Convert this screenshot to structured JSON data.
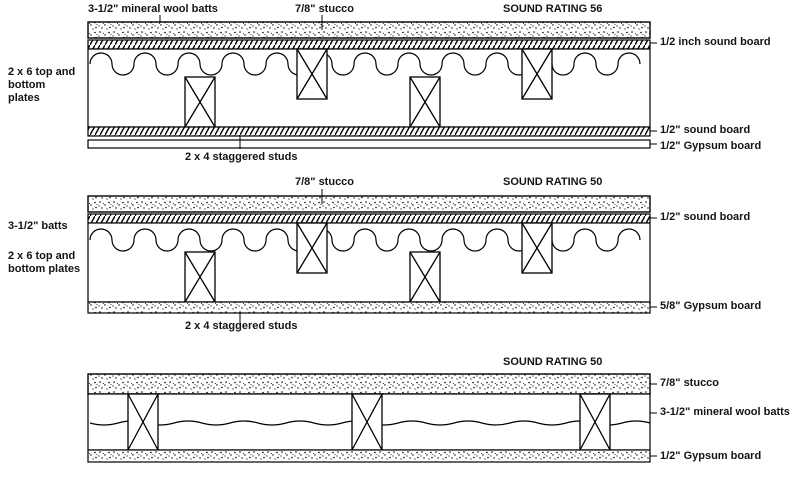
{
  "page": {
    "background": "#ffffff",
    "ink": "#000000"
  },
  "diagram1": {
    "mineral_wool": "3-1/2\" mineral wool  batts",
    "stucco": "7/8\" stucco",
    "rating": "SOUND RATING 56",
    "plates": "2 x 6 top and bottom plates",
    "studs": "2 x 4 staggered studs",
    "sound_board_top": "1/2 inch sound board",
    "sound_board_bottom": "1/2\" sound board",
    "gypsum": "1/2\" Gypsum board"
  },
  "diagram2": {
    "stucco": "7/8\" stucco",
    "rating": "SOUND RATING 50",
    "batts": "3-1/2\" batts",
    "plates": "2 x 6 top and bottom plates",
    "studs": "2 x 4 staggered studs",
    "sound_board": "1/2\" sound board",
    "gypsum": "5/8\" Gypsum board"
  },
  "diagram3": {
    "rating": "SOUND RATING 50",
    "stucco": "7/8\" stucco",
    "batts": "3-1/2\" mineral wool batts",
    "gypsum": "1/2\" Gypsum board"
  }
}
